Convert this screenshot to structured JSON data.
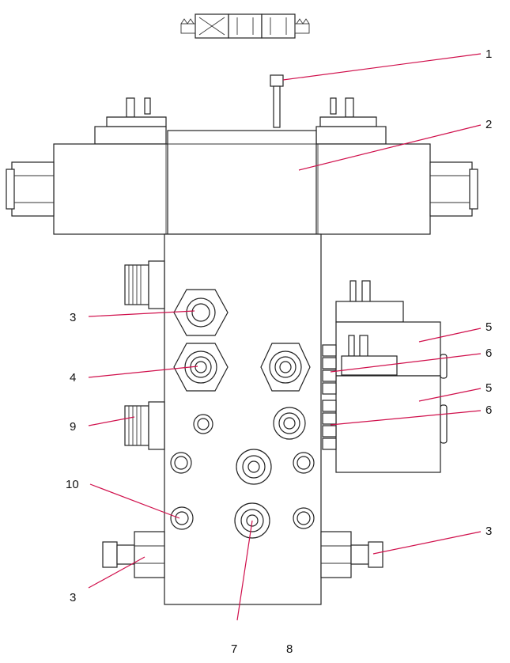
{
  "diagram": {
    "callouts": {
      "c1": "1",
      "c2": "2",
      "c3a": "3",
      "c4": "4",
      "c9": "9",
      "c10": "10",
      "c3b": "3",
      "c7": "7",
      "c8": "8",
      "c3c": "3",
      "c5a": "5",
      "c6a": "6",
      "c5b": "5",
      "c6b": "6"
    },
    "colors": {
      "leader": "#d0104c",
      "outline": "#222222"
    }
  }
}
